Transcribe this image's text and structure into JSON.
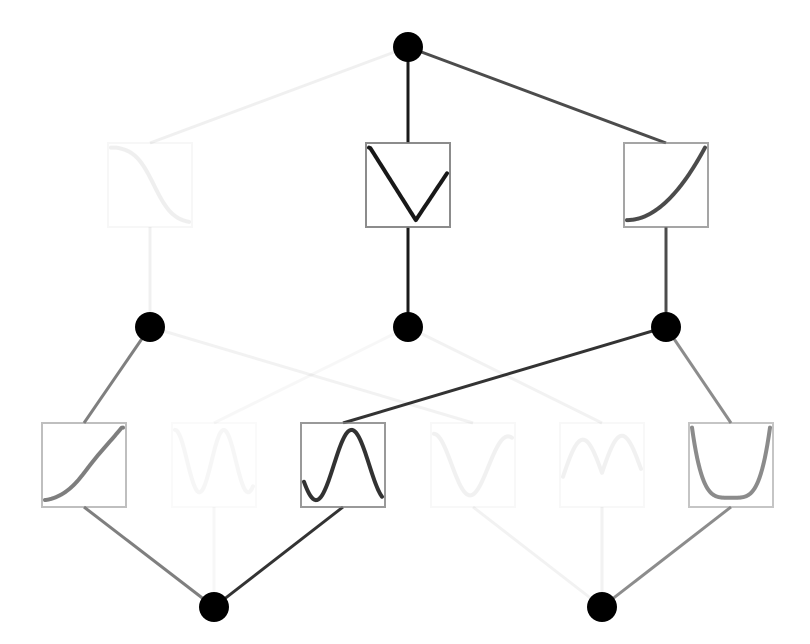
{
  "diagram": {
    "type": "kan-network",
    "node_color": "#000000",
    "edge_color": "#000000",
    "box_border_color": "#808080",
    "layers": [
      {
        "nodes": [
          "out"
        ]
      },
      {
        "nodes": [
          "h0",
          "h1",
          "h2"
        ]
      },
      {
        "nodes": [
          "in0",
          "in1"
        ]
      }
    ],
    "layer1_activations": [
      {
        "id": "act-upper-0",
        "to": "out",
        "from": "h0",
        "opacity": 0.06,
        "shape": "decreasing-sigmoid"
      },
      {
        "id": "act-upper-1",
        "to": "out",
        "from": "h1",
        "opacity": 0.9,
        "shape": "v-with-rise"
      },
      {
        "id": "act-upper-2",
        "to": "out",
        "from": "h2",
        "opacity": 0.7,
        "shape": "convex-increasing"
      }
    ],
    "layer0_activations": [
      {
        "id": "act-lower-0",
        "to": "h0",
        "from": "in0",
        "opacity": 0.5,
        "shape": "s-curve-increasing"
      },
      {
        "id": "act-lower-1",
        "to": "h1",
        "from": "in0",
        "opacity": 0.03,
        "shape": "w-shape"
      },
      {
        "id": "act-lower-2",
        "to": "h2",
        "from": "in0",
        "opacity": 0.8,
        "shape": "sine-wave"
      },
      {
        "id": "act-lower-3",
        "to": "h0",
        "from": "in1",
        "opacity": 0.05,
        "shape": "bumpy-valley"
      },
      {
        "id": "act-lower-4",
        "to": "h1",
        "from": "in1",
        "opacity": 0.05,
        "shape": "m-shape"
      },
      {
        "id": "act-lower-5",
        "to": "h2",
        "from": "in1",
        "opacity": 0.45,
        "shape": "u-shape"
      }
    ]
  }
}
